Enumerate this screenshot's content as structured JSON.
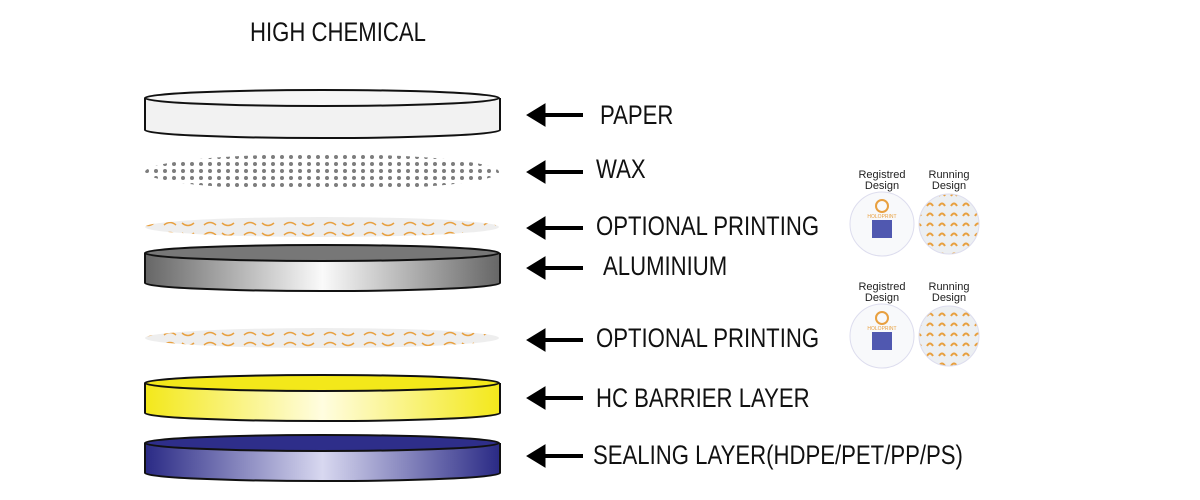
{
  "title": "HIGH CHEMICAL",
  "layers": [
    {
      "label": "PAPER"
    },
    {
      "label": "WAX"
    },
    {
      "label": "OPTIONAL PRINTING"
    },
    {
      "label": "ALUMINIUM"
    },
    {
      "label": "OPTIONAL PRINTING"
    },
    {
      "label": "HC BARRIER LAYER"
    },
    {
      "label": "SEALING LAYER(HDPE/PET/PP/PS)"
    }
  ],
  "samples": [
    {
      "registered": "Registred Design",
      "running": "Running Design",
      "brand": "HOLOPRINT"
    },
    {
      "registered": "Registred Design",
      "running": "Running Design",
      "brand": "HOLOPRINT"
    }
  ],
  "colors": {
    "paper": "#f2f2f2",
    "wax_dots": "#808080",
    "print": "#e8a040",
    "aluminium": "#6e6e6e",
    "barrier": "#f5ee30",
    "sealing": "#2e2e8a"
  }
}
